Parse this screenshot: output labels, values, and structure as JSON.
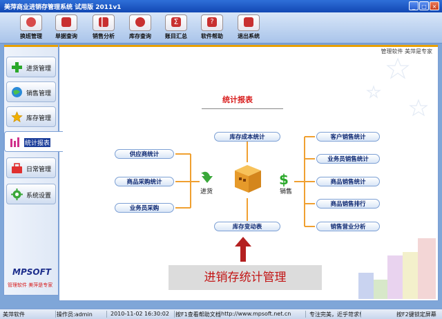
{
  "window": {
    "title": "美萍商业进销存管理系统  试用版  2011v1",
    "min": "_",
    "max": "□",
    "close": "×"
  },
  "toolbar": {
    "items": [
      {
        "label": "换班管理",
        "icon": "people-icon",
        "color": "#d84a4a"
      },
      {
        "label": "单据查询",
        "icon": "document-search-icon",
        "color": "#c83030"
      },
      {
        "label": "销售分析",
        "icon": "chart-icon",
        "color": "#c83030"
      },
      {
        "label": "库存查询",
        "icon": "boxes-icon",
        "color": "#c83030"
      },
      {
        "label": "账目汇总",
        "icon": "sum-icon",
        "color": "#c83030"
      },
      {
        "label": "软件帮助",
        "icon": "help-icon",
        "color": "#c83030"
      },
      {
        "label": "退出系统",
        "icon": "exit-icon",
        "color": "#c83030"
      }
    ]
  },
  "sidebar": {
    "items": [
      {
        "label": "进货管理",
        "icon": "plus-icon",
        "color": "#2aa82a"
      },
      {
        "label": "销售管理",
        "icon": "globe-icon",
        "color": "#2a8ad8"
      },
      {
        "label": "库存管理",
        "icon": "star-icon",
        "color": "#f0b000"
      },
      {
        "label": "统计报表",
        "icon": "bars-icon",
        "color": "#d0308a"
      },
      {
        "label": "日常管理",
        "icon": "tools-icon",
        "color": "#e03030"
      },
      {
        "label": "系统设置",
        "icon": "gear-icon",
        "color": "#3aa83a"
      }
    ],
    "logo_main": "MPSOFT",
    "slogan": "管理软件 美萍是专家"
  },
  "main": {
    "corner_tag": "管理软件 美萍是专家",
    "title": "统计报表",
    "left_nodes": [
      "供应商统计",
      "商品采购统计",
      "业务员采购"
    ],
    "center_top": "库存成本统计",
    "center_bottom": "库存变动表",
    "right_nodes": [
      "客户销售统计",
      "业务员销售统计",
      "商品销售统计",
      "商品销售排行",
      "销售营业分析"
    ],
    "in_label": "进货",
    "out_label": "销售",
    "banner": "进销存统计管理"
  },
  "status": {
    "app": "美萍软件",
    "operator": "操作员:admin",
    "datetime": "2010-11-02 16:30:02",
    "help": "按F1查看帮助文档",
    "url": "http://www.mpsoft.net.cn",
    "motto": "专注完美，近乎苛求!",
    "lock": "按F2键锁定屏幕"
  }
}
